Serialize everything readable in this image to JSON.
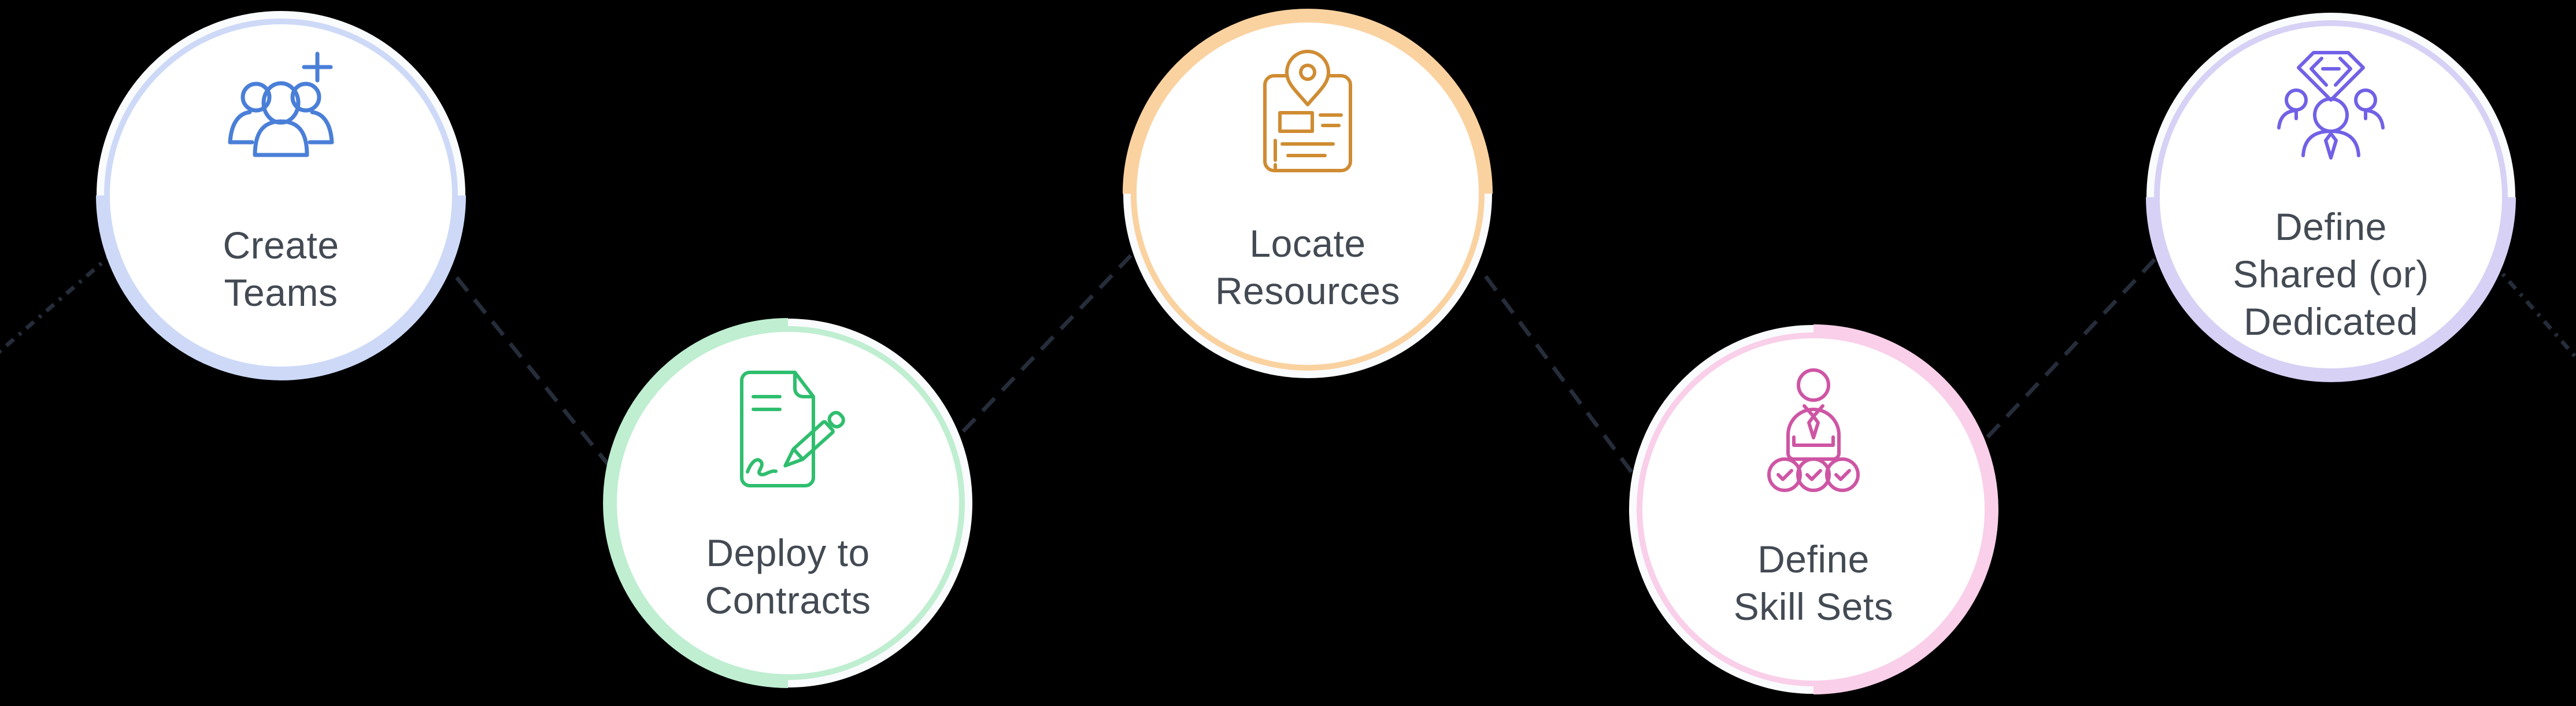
{
  "diagram": {
    "background_color": "#000000",
    "label_text_color": "#434a53",
    "connector_color": "#262d3a"
  },
  "nodes": [
    {
      "id": "create-teams",
      "label": "Create\nTeams",
      "icon": "team-add-icon",
      "ring_color": "#cdd9f7",
      "icon_color": "#4a7fd8",
      "accent_side": "bottom"
    },
    {
      "id": "deploy-contracts",
      "label": "Deploy to\nContracts",
      "icon": "contract-sign-icon",
      "ring_color": "#bfeed1",
      "icon_color": "#2fbe6e",
      "accent_side": "left"
    },
    {
      "id": "locate-resources",
      "label": "Locate\nResources",
      "icon": "clipboard-location-icon",
      "ring_color": "#fad2a0",
      "icon_color": "#cf8c33",
      "accent_side": "top"
    },
    {
      "id": "define-skill-sets",
      "label": "Define\nSkill Sets",
      "icon": "person-checklist-icon",
      "ring_color": "#f9cfe9",
      "icon_color": "#ce55a4",
      "accent_side": "right"
    },
    {
      "id": "define-shared-dedicated",
      "label": "Define\nShared (or)\nDedicated",
      "icon": "team-diamond-icon",
      "ring_color": "#d6d1f5",
      "icon_color": "#7161e6",
      "accent_side": "bottom"
    }
  ],
  "connectors": {
    "color": "#262d3a",
    "segments": [
      {
        "from": "offscreen-left",
        "to": "create-teams"
      },
      {
        "from": "create-teams",
        "to": "deploy-contracts"
      },
      {
        "from": "deploy-contracts",
        "to": "locate-resources"
      },
      {
        "from": "locate-resources",
        "to": "define-skill-sets"
      },
      {
        "from": "define-skill-sets",
        "to": "define-shared-dedicated"
      },
      {
        "from": "define-shared-dedicated",
        "to": "offscreen-right"
      }
    ]
  }
}
